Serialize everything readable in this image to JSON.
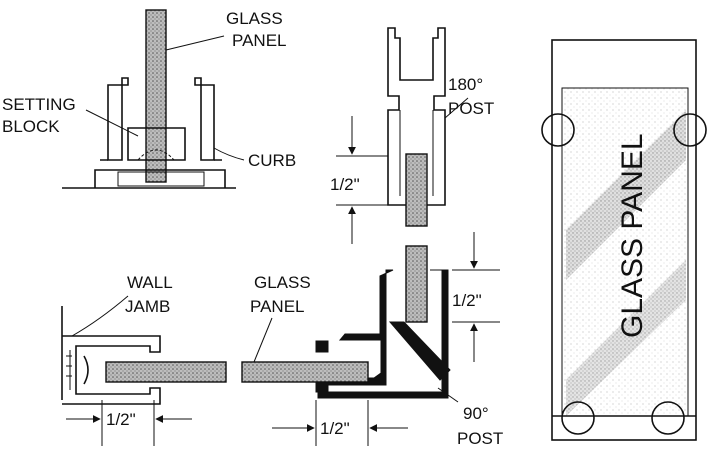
{
  "labels": {
    "glass_panel_top": [
      "GLASS",
      "PANEL"
    ],
    "setting_block": [
      "SETTING",
      "BLOCK"
    ],
    "curb": "CURB",
    "post_180": [
      "180°",
      "POST"
    ],
    "wall_jamb": [
      "WALL",
      "JAMB"
    ],
    "glass_panel_mid": [
      "GLASS",
      "PANEL"
    ],
    "post_90": [
      "90°",
      "POST"
    ],
    "glass_panel_side": "GLASS PANEL"
  },
  "dimensions": {
    "post_180_gap": "1/2\"",
    "corner_gap": "1/2\"",
    "jamb_gap": "1/2\"",
    "post_90_gap": "1/2\""
  }
}
